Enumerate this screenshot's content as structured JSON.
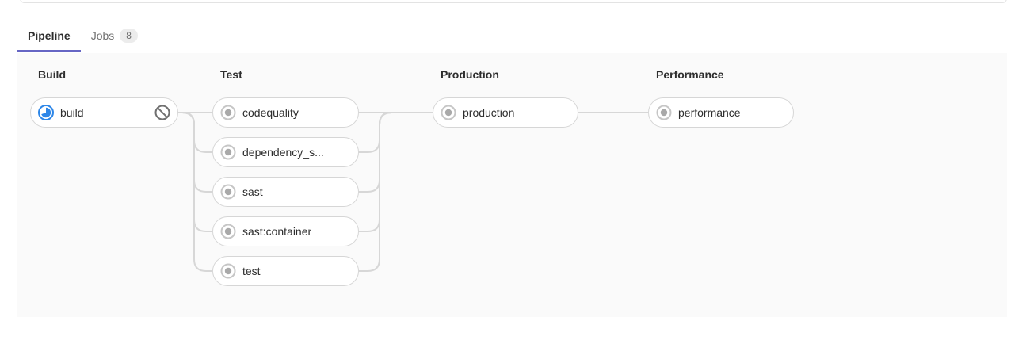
{
  "tabs": {
    "pipeline": {
      "label": "Pipeline"
    },
    "jobs": {
      "label": "Jobs",
      "count": "8"
    }
  },
  "colors": {
    "accent_underline": "#6666c4",
    "running_blue": "#2e87e8",
    "created_ring_gray": "#c6c6c6",
    "created_dot_gray": "#a9a9a9",
    "connector_gray": "#d7d7d7",
    "graph_background": "#fafafa"
  },
  "pipeline": {
    "stages": [
      {
        "name": "Build",
        "jobs": [
          {
            "name": "build",
            "status": "running",
            "action": "cancel"
          }
        ]
      },
      {
        "name": "Test",
        "jobs": [
          {
            "name": "codequality",
            "status": "created"
          },
          {
            "name": "dependency_s...",
            "status": "created"
          },
          {
            "name": "sast",
            "status": "created"
          },
          {
            "name": "sast:container",
            "status": "created"
          },
          {
            "name": "test",
            "status": "created"
          }
        ]
      },
      {
        "name": "Production",
        "jobs": [
          {
            "name": "production",
            "status": "created"
          }
        ]
      },
      {
        "name": "Performance",
        "jobs": [
          {
            "name": "performance",
            "status": "created"
          }
        ]
      }
    ]
  }
}
